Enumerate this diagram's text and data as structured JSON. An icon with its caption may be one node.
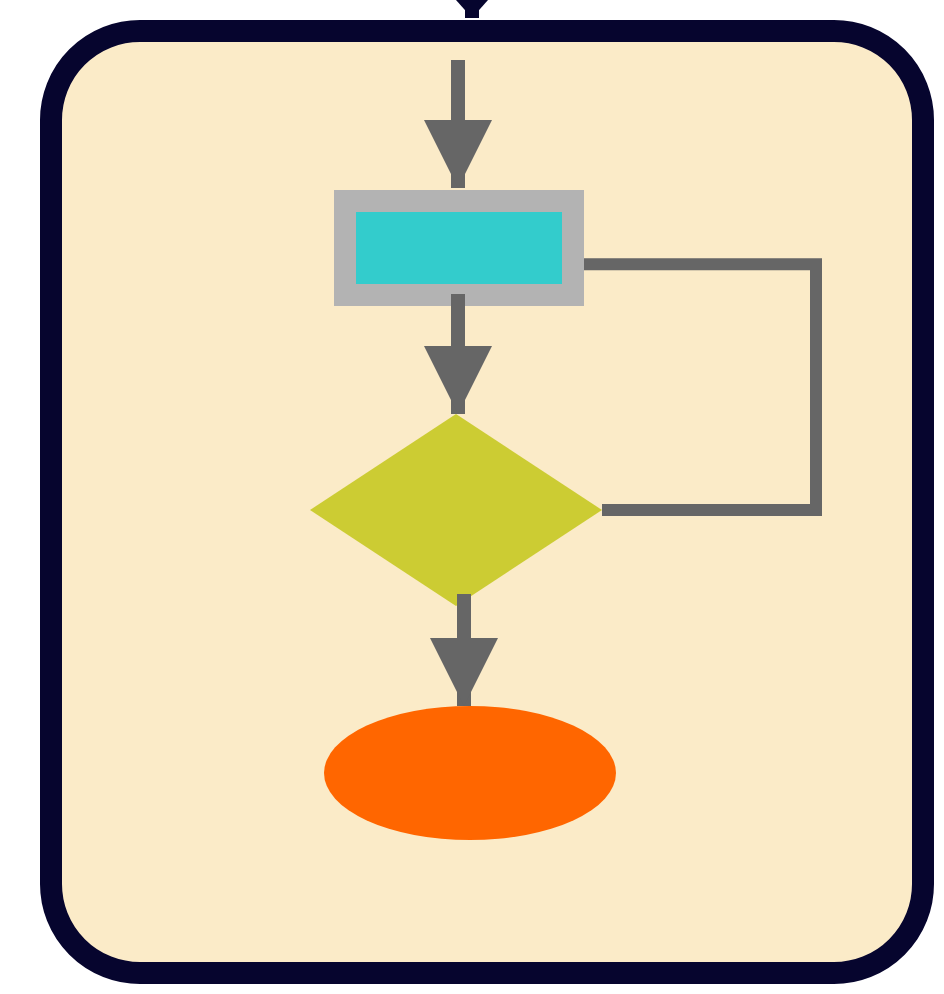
{
  "diagram": {
    "nodes": [
      {
        "text": [],
        "shape": "box"
      },
      {
        "text": [],
        "shape": "box",
        "in": 0
      },
      {
        "text": [],
        "shape": "diamond",
        "in": 0
      },
      {
        "text": [],
        "shape": "ellipse",
        "in": 0
      }
    ],
    "edges": [
      {
        "from": null,
        "to": 0,
        "arrow": "to",
        "color": "#06052e"
      },
      {
        "from": null,
        "to": 1,
        "arrow": "to"
      },
      {
        "from": 1,
        "to": 2,
        "arrow": "to"
      },
      {
        "from": 2,
        "to": 3,
        "arrow": "to"
      },
      {
        "from": 2,
        "to": 1,
        "arrow": "none"
      }
    ]
  }
}
